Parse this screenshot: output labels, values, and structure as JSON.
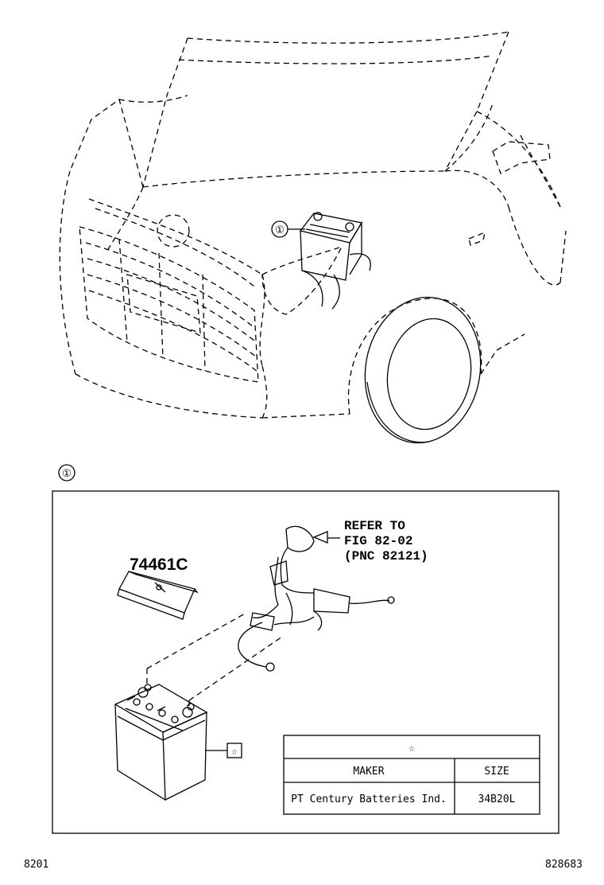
{
  "callout_number": "①",
  "detail_callout": "①",
  "part_number": "74461C",
  "reference": {
    "line1": "REFER TO",
    "line2": "FIG 82-02",
    "line3": "(PNC 82121)"
  },
  "star_symbol": "☆",
  "spec_table": {
    "header_symbol": "☆",
    "columns": [
      "MAKER",
      "SIZE"
    ],
    "rows": [
      {
        "maker": "PT Century Batteries Ind.",
        "size": "34B20L"
      }
    ]
  },
  "footer": {
    "left": "8201",
    "right": "828683"
  }
}
